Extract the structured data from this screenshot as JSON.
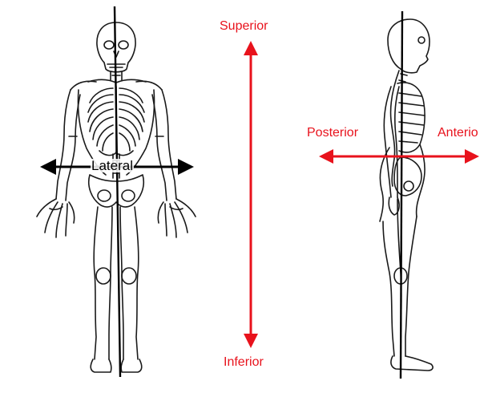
{
  "labels": {
    "superior": "Superior",
    "inferior": "Inferior",
    "posterior": "Posterior",
    "anterior": "Anterio",
    "lateral": "Lateral"
  },
  "colors": {
    "direction_arrows": "#e8121c",
    "lateral_arrow": "#000000",
    "figure_ink": "#1a1a1a",
    "background": "#ffffff"
  },
  "figures": {
    "front": "skeleton-front-view",
    "side": "skeleton-side-view"
  }
}
